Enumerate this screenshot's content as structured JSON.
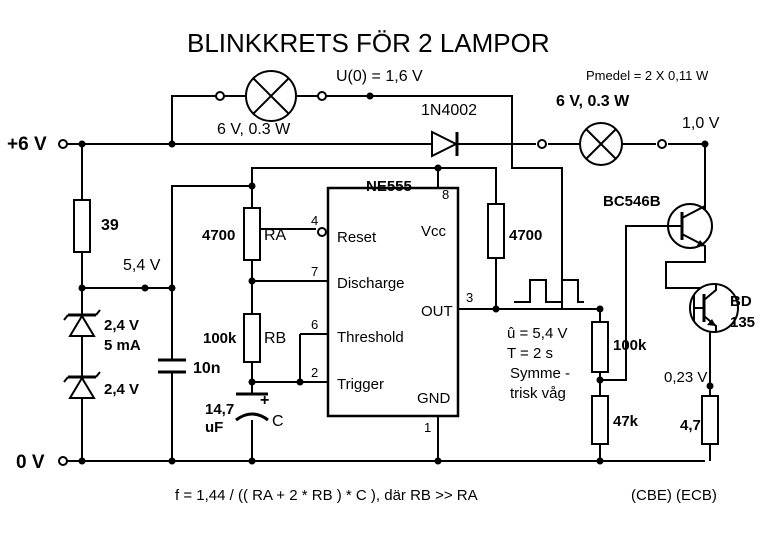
{
  "title": "BLINKKRETS FÖR  2  LAMPOR",
  "labels": {
    "u0": "U(0) = 1,6 V",
    "lamp1_rating": "6 V,  0.3 W",
    "diode": "1N4002",
    "pmedel": "Pmedel = 2 X 0,11 W",
    "lamp2_rating": "6 V, 0.3 W",
    "v_collector": "1,0 V",
    "supply_plus": "+6 V",
    "supply_zero": "0 V",
    "r39": "39",
    "v_zener": "5,4 V",
    "zener1": "2,4 V",
    "zener_current": "5 mA",
    "zener2": "2,4 V",
    "c10n": "10n",
    "ra_value": "4700",
    "ra_name": "RA",
    "rb_value": "100k",
    "rb_name": "RB",
    "c_value_1": "14,7",
    "c_value_2": "uF",
    "c_name": "C",
    "c_plus": "+",
    "ic_name": "NE555",
    "pin_reset": "Reset",
    "pin_discharge": "Discharge",
    "pin_threshold": "Threshold",
    "pin_trigger": "Trigger",
    "pin_vcc": "Vcc",
    "pin_out": "OUT",
    "pin_gnd": "GND",
    "pin_num_4": "4",
    "pin_num_7": "7",
    "pin_num_6": "6",
    "pin_num_2": "2",
    "pin_num_8": "8",
    "pin_num_3": "3",
    "pin_num_1": "1",
    "r_out": "4700",
    "out_amp": "û = 5,4 V",
    "out_period": "T = 2 s",
    "out_wave_1": "Symme -",
    "out_wave_2": "trisk våg",
    "r100k": "100k",
    "r47k": "47k",
    "t1_name": "BC546B",
    "t2_name_1": "BD",
    "t2_name_2": "135",
    "v_emitter": "0,23 V",
    "r_emitter": "4,7",
    "formula": "f = 1,44 / (( RA + 2 * RB ) * C ),  där RB >> RA",
    "pinout": "(CBE)  (ECB)"
  }
}
